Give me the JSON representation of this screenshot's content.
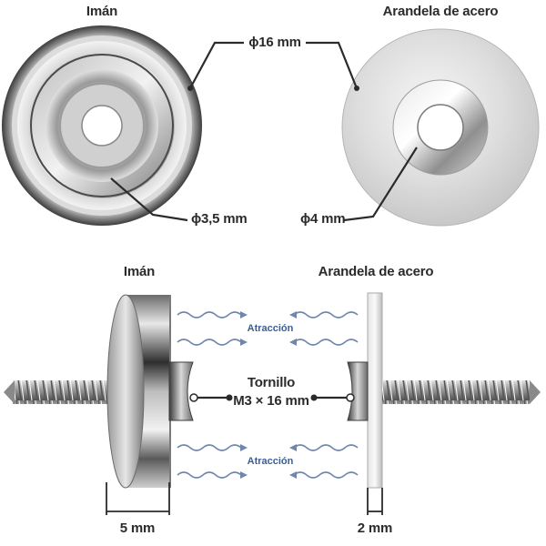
{
  "top": {
    "magnet_label": "Imán",
    "washer_label": "Arandela de acero",
    "outer_diameter": "ϕ16 mm",
    "magnet_hole": "ϕ3,5 mm",
    "washer_hole": "ϕ4 mm"
  },
  "bottom": {
    "magnet_label": "Imán",
    "washer_label": "Arandela de acero",
    "attraction_top": "Atracción",
    "attraction_bottom": "Atracción",
    "screw_line1": "Tornillo",
    "screw_line2": "M3 × 16 mm",
    "magnet_thickness": "5 mm",
    "washer_thickness": "2 mm"
  },
  "colors": {
    "text": "#2b2b2b",
    "attraction": "#3a5e95",
    "wave": "#6f87ad"
  }
}
